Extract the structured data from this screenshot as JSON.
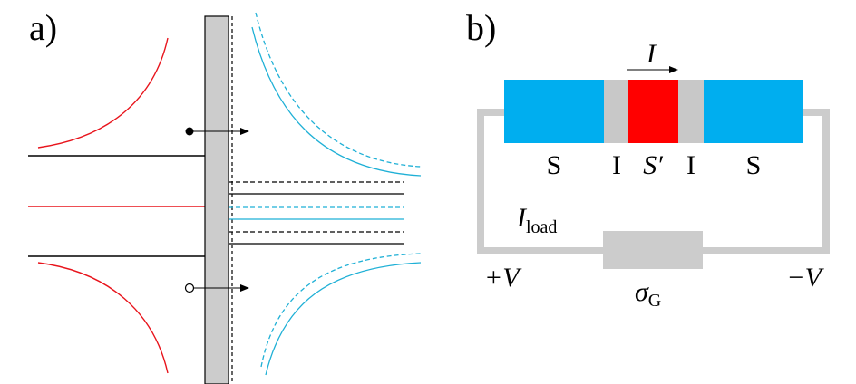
{
  "panel_a": {
    "label": "a)"
  },
  "panel_b": {
    "label": "b)",
    "current_symbol": "I",
    "layer_labels": [
      "S",
      "I",
      "S′",
      "I",
      "S"
    ],
    "load_current": {
      "symbol": "I",
      "subscript": "load"
    },
    "left_terminal": "+V",
    "right_terminal": "−V",
    "conductance": {
      "symbol": "σ",
      "subscript": "G"
    }
  },
  "colors": {
    "red": "#e8141c",
    "cyan": "#1fb0d6",
    "black": "#000000",
    "barrier_gray": "#cccccc",
    "superconductor_blue": "#00aeef",
    "insulator_gray": "#c8c8c8",
    "normal_red": "#ff0000",
    "wire_gray": "#cccccc"
  },
  "icons": {
    "electron": "filled-circle-icon",
    "hole": "open-circle-icon"
  }
}
